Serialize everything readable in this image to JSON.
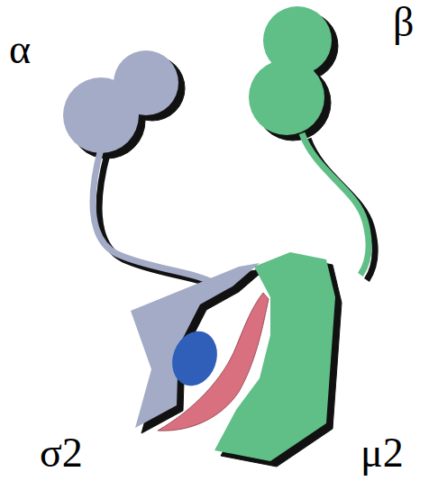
{
  "diagram": {
    "labels": [
      "α",
      "β",
      "σ2",
      "μ2"
    ]
  }
}
